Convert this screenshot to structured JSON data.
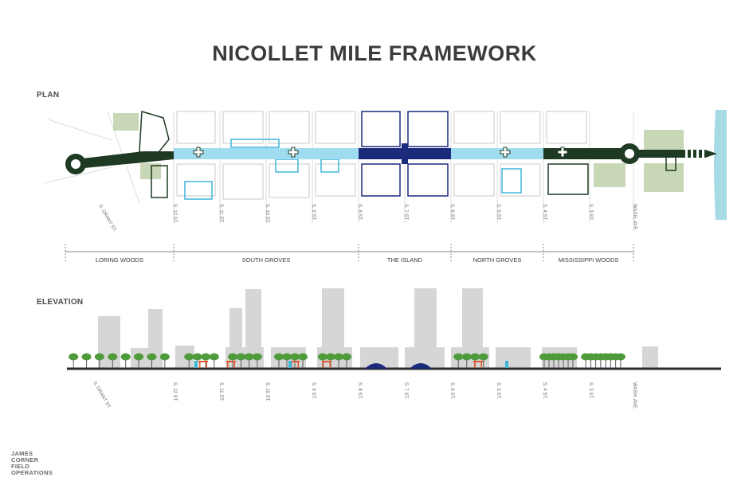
{
  "title": "NICOLLET MILE FRAMEWORK",
  "plan_label": "PLAN",
  "elevation_label": "ELEVATION",
  "streets": [
    {
      "name": "S. GRANT ST."
    },
    {
      "name": "S. 12 ST."
    },
    {
      "name": "S. 11 ST."
    },
    {
      "name": "S. 10 ST."
    },
    {
      "name": "S. 9 ST."
    },
    {
      "name": "S. 8 ST."
    },
    {
      "name": "S. 7 ST."
    },
    {
      "name": "S. 6 ST."
    },
    {
      "name": "S. 5 ST."
    },
    {
      "name": "S. 4 ST."
    },
    {
      "name": "S. 3 ST."
    },
    {
      "name": "WASH. AVE."
    }
  ],
  "districts": [
    {
      "name": "LORING WOODS"
    },
    {
      "name": "SOUTH GROVES"
    },
    {
      "name": "THE ISLAND"
    },
    {
      "name": "NORTH GROVES"
    },
    {
      "name": "MISSISSIPPI WOODS"
    }
  ],
  "credit": [
    "JAMES",
    "CORNER",
    "FIELD",
    "OPERATIONS"
  ],
  "colors": {
    "loring": "#1f3a22",
    "groves": "#9fdcef",
    "island": "#1c2a7c",
    "water": "#a6dbe6",
    "park": "#c8d7b6",
    "building_outline": "#c9c9c9",
    "tower": "#d6d6d6",
    "tree": "#4f9a3b",
    "canopy_red": "#e0562d"
  }
}
